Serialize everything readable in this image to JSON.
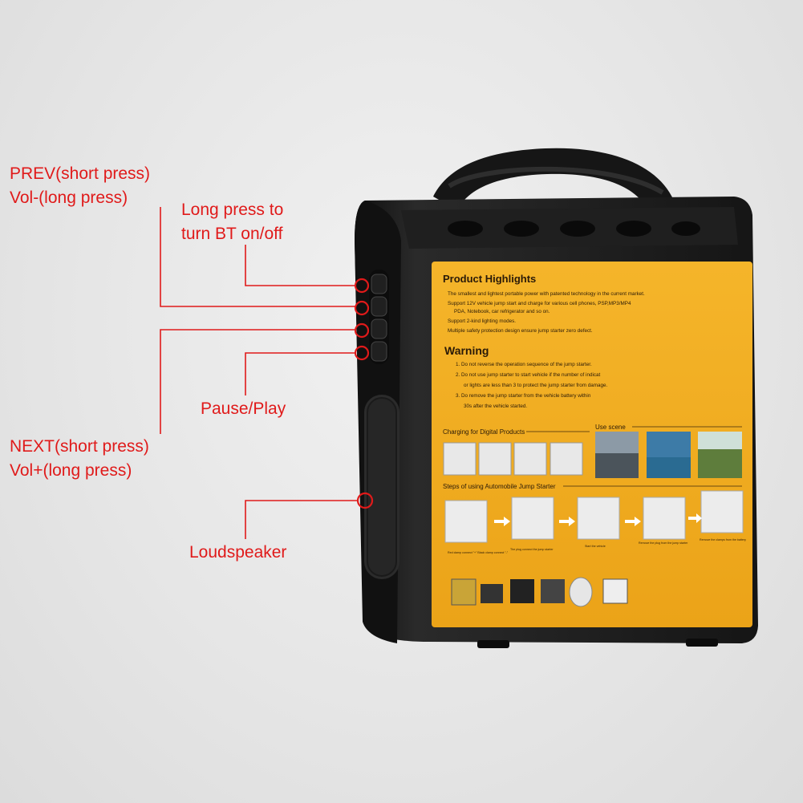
{
  "colors": {
    "callout": "#e01a1a",
    "panel": "#f1ad1d",
    "body": "#1b1b1b",
    "panel_text": "#2a1a08"
  },
  "callouts": {
    "prev_line1": "PREV(short press)",
    "prev_line2": "Vol-(long press)",
    "bt_line1": "Long press to",
    "bt_line2": "turn BT on/off",
    "pause_play": "Pause/Play",
    "next_line1": "NEXT(short press)",
    "next_line2": "Vol+(long press)",
    "loudspeaker": "Loudspeaker"
  },
  "panel": {
    "highlights_title": "Product Highlights",
    "bullets": [
      "The smallest and lightest portable power with patented technology in the current market.",
      "Support 12V vehicle jump start and charge for various cell phones, PSP,MP3/MP4",
      "PDA, Notebook, car refrigerator and so on.",
      "Support 2-kind lighting modes.",
      "Multiple safety protection design ensure jump starter zero defect."
    ],
    "warning_title": "Warning",
    "warnings": [
      "1.  Do not reverse the operation sequence of the jump starter.",
      "2.  Do not use jump starter to start vehicle if the number of indicat",
      "or lights are less than  3  to protect the jump starter from damage.",
      "3.  Do remove the jump starter  from the  vehicle battery within",
      "30s after the vehicle started."
    ],
    "charging_title": "Charging for Digital Products",
    "use_scene_title": "Use scene",
    "steps_title": "Steps of using Automobile Jump Starter",
    "step_captions": [
      "Red clamp connect \"+\" Black clamp connect \"-\"",
      "The plug connect the jump starter",
      "Start the vehicle",
      "Remove the plug from the jump starter",
      "Remove the clamps from the battery"
    ]
  }
}
